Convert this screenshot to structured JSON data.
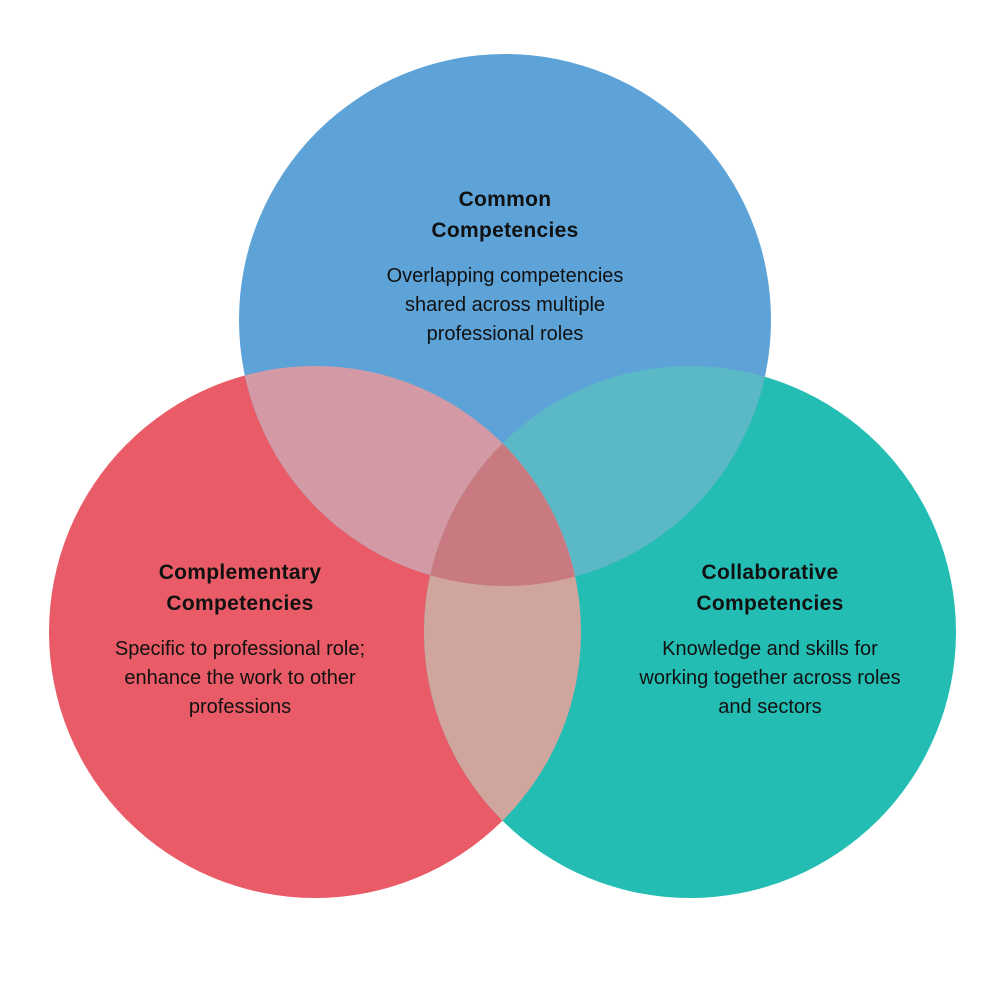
{
  "diagram": {
    "type": "venn",
    "sets": [
      {
        "id": "common",
        "title_lines": [
          "Common",
          "Competencies"
        ],
        "description_lines": [
          "Overlapping competencies",
          "shared across multiple",
          "professional roles"
        ],
        "color": "#5DA3D8"
      },
      {
        "id": "complementary",
        "title_lines": [
          "Complementary",
          "Competencies"
        ],
        "description_lines": [
          "Specific to professional role;",
          "enhance the work to other",
          "professions"
        ],
        "color": "#E95C67"
      },
      {
        "id": "collaborative",
        "title_lines": [
          "Collaborative",
          "Competencies"
        ],
        "description_lines": [
          "Knowledge and skills for",
          "working together across roles",
          "and sectors"
        ],
        "color": "#24BDB3"
      }
    ],
    "overlap_colors": {
      "common_complementary": "#D39AA5",
      "common_collaborative": "#5BB8C7",
      "complementary_collaborative": "#CFA59E",
      "all": "#C97A80"
    },
    "background": "#FFFFFF"
  }
}
